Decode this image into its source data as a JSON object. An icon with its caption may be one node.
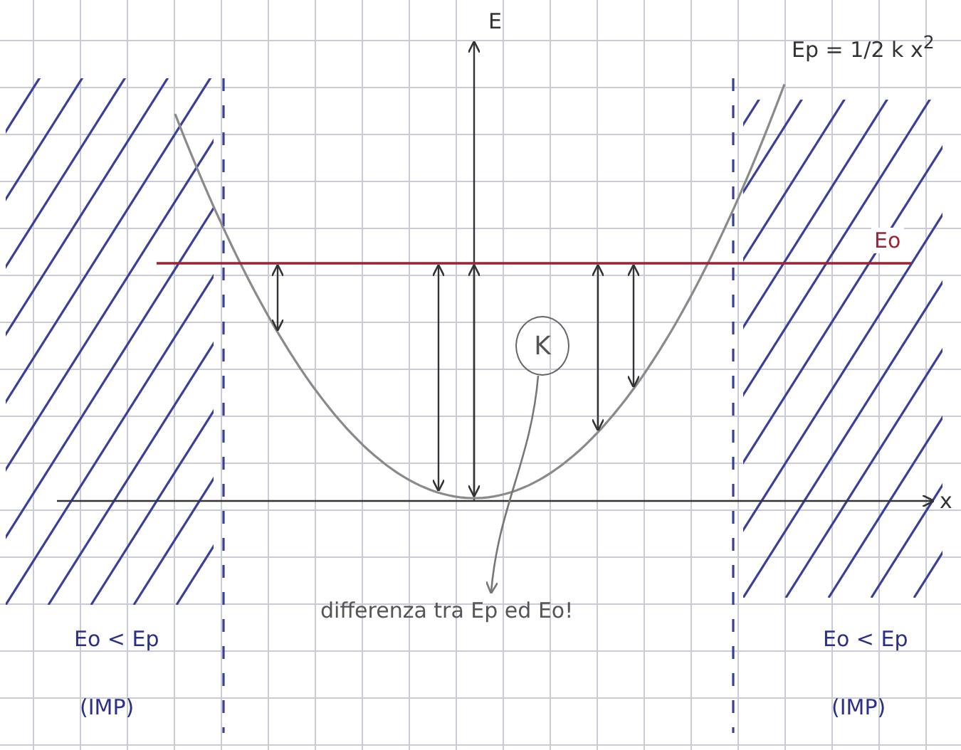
{
  "diagram": {
    "nodes": [
      {
        "text": [
          "K"
        ]
      },
      {
        "text": [
          "differenza tra Ep ed Eo!"
        ]
      }
    ],
    "edges": [
      {
        "from": 0,
        "to": 1,
        "arrow": "to"
      }
    ],
    "labels": [
      "E",
      "Ep = 1/2 k x$^{2}$",
      "Eo",
      "x",
      "Eo < Ep",
      "Eo < Ep",
      "(IMP)",
      "(IMP)"
    ]
  }
}
